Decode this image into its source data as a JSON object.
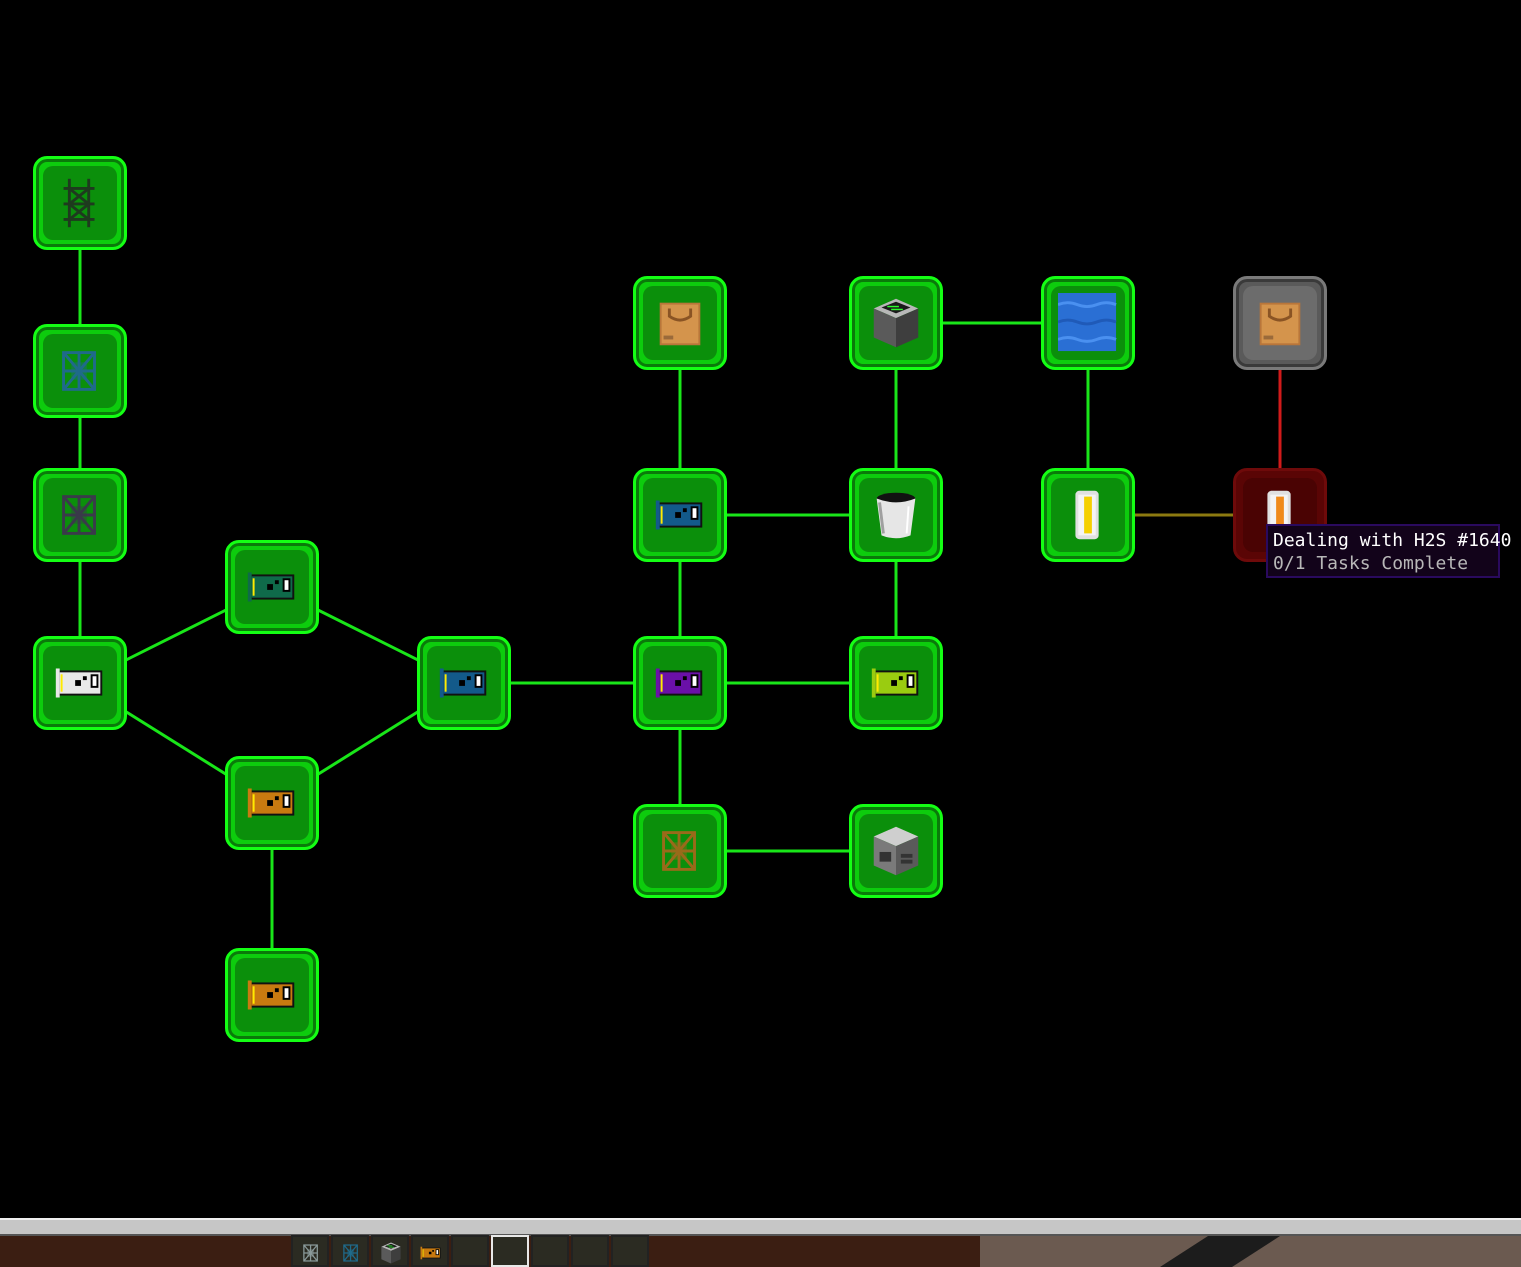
{
  "tooltip": {
    "title": "Dealing with H2S #1640",
    "subtitle": "0/1 Tasks Complete"
  },
  "colors": {
    "complete_line": "#19e619",
    "locked_line": "#d11a1a",
    "partial_line": "#8c7a10"
  },
  "quests": [
    {
      "id": "q1",
      "icon": "frame-tower-icon",
      "state": "complete"
    },
    {
      "id": "q2",
      "icon": "casing-blue-icon",
      "state": "complete"
    },
    {
      "id": "q3",
      "icon": "casing-dark-icon",
      "state": "complete"
    },
    {
      "id": "q4",
      "icon": "circuit-white-icon",
      "state": "complete"
    },
    {
      "id": "q5",
      "icon": "circuit-teal-icon",
      "state": "complete"
    },
    {
      "id": "q6",
      "icon": "circuit-orange-icon",
      "state": "complete"
    },
    {
      "id": "q7",
      "icon": "circuit-orange-icon",
      "state": "complete"
    },
    {
      "id": "q8",
      "icon": "circuit-blue-icon",
      "state": "complete"
    },
    {
      "id": "q9",
      "icon": "cardboard-box-icon",
      "state": "complete"
    },
    {
      "id": "q10",
      "icon": "circuit-blue-icon",
      "state": "complete"
    },
    {
      "id": "q11",
      "icon": "circuit-purple-icon",
      "state": "complete"
    },
    {
      "id": "q12",
      "icon": "casing-bronze-icon",
      "state": "complete"
    },
    {
      "id": "q13",
      "icon": "computer-block-icon",
      "state": "complete"
    },
    {
      "id": "q14",
      "icon": "bucket-icon",
      "state": "complete"
    },
    {
      "id": "q15",
      "icon": "circuit-lime-icon",
      "state": "complete"
    },
    {
      "id": "q16",
      "icon": "machine-hull-icon",
      "state": "complete"
    },
    {
      "id": "q17",
      "icon": "water-icon",
      "state": "complete"
    },
    {
      "id": "q18",
      "icon": "fluid-cell-yellow-icon",
      "state": "complete"
    },
    {
      "id": "q19",
      "icon": "cardboard-box-icon",
      "state": "unlocked"
    },
    {
      "id": "q20",
      "icon": "fluid-cell-orange-icon",
      "state": "locked"
    }
  ],
  "links": [
    [
      "q1",
      "q2",
      "complete"
    ],
    [
      "q2",
      "q3",
      "complete"
    ],
    [
      "q3",
      "q4",
      "complete"
    ],
    [
      "q4",
      "q5",
      "complete"
    ],
    [
      "q4",
      "q6",
      "complete"
    ],
    [
      "q5",
      "q8",
      "complete"
    ],
    [
      "q6",
      "q8",
      "complete"
    ],
    [
      "q6",
      "q7",
      "complete"
    ],
    [
      "q8",
      "q11",
      "complete"
    ],
    [
      "q9",
      "q10",
      "complete"
    ],
    [
      "q10",
      "q11",
      "complete"
    ],
    [
      "q10",
      "q14",
      "complete"
    ],
    [
      "q11",
      "q12",
      "complete"
    ],
    [
      "q11",
      "q15",
      "complete"
    ],
    [
      "q12",
      "q16",
      "complete"
    ],
    [
      "q13",
      "q14",
      "complete"
    ],
    [
      "q13",
      "q17",
      "complete"
    ],
    [
      "q14",
      "q15",
      "complete"
    ],
    [
      "q17",
      "q18",
      "complete"
    ],
    [
      "q18",
      "q20",
      "partial"
    ],
    [
      "q19",
      "q20",
      "locked"
    ]
  ],
  "hotbar": [
    {
      "icon": "casing-steel-icon"
    },
    {
      "icon": "casing-blue-icon"
    },
    {
      "icon": "computer-block-icon"
    },
    {
      "icon": "circuit-orange-icon"
    },
    {
      "icon": ""
    },
    {
      "icon": "",
      "selected": true
    },
    {
      "icon": ""
    },
    {
      "icon": ""
    },
    {
      "icon": ""
    }
  ]
}
